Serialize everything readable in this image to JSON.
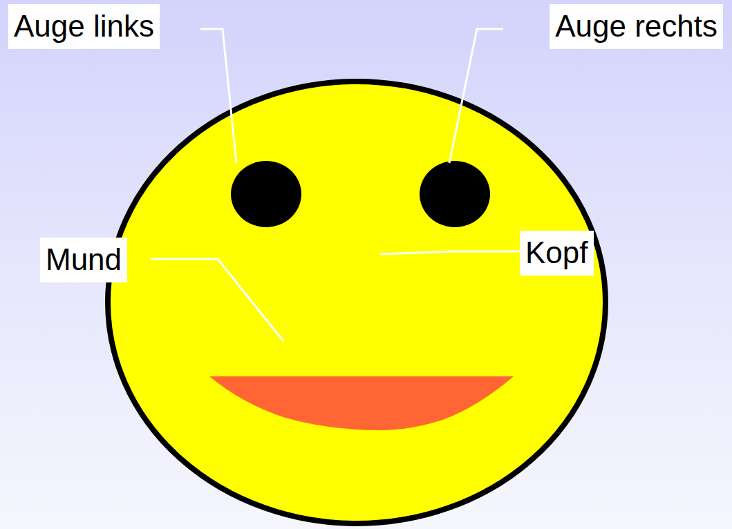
{
  "diagram": {
    "labels": [
      "Auge links",
      "Auge rechts",
      "Mund",
      "Kopf"
    ]
  }
}
